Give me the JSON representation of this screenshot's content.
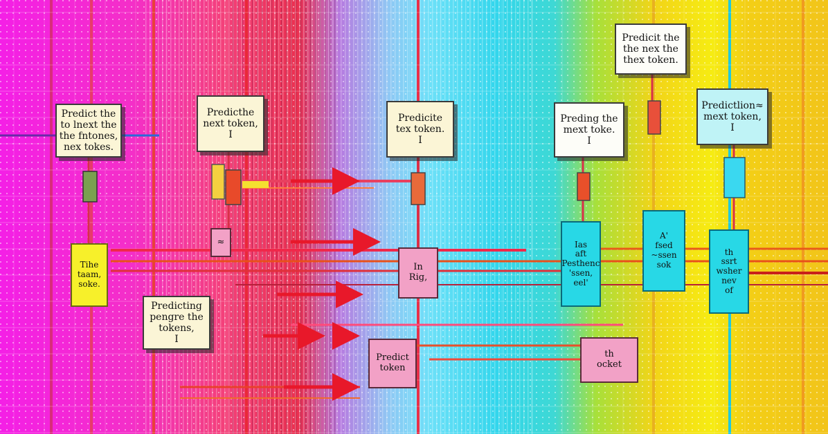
{
  "diagram": {
    "colors": {
      "magenta": "#f81fe0",
      "pink": "#f45a9a",
      "red": "#e9303a",
      "purple": "#9a6cf0",
      "cyan": "#2fd8ec",
      "green": "#a6e23a",
      "yellow": "#f6e619",
      "gold": "#f2c21a",
      "box_cream": "#fbf5d6",
      "box_pink": "#f2a1c6",
      "box_cyan": "#28d8e6",
      "box_yellow": "#f7f02a"
    },
    "nodes": [
      {
        "id": "n1",
        "style": "paper",
        "lines": [
          "Predict the",
          "to lnext the",
          "the fntones,",
          "nex tokes."
        ]
      },
      {
        "id": "n2",
        "style": "paper",
        "lines": [
          "Predicthe",
          "next token,",
          "I"
        ]
      },
      {
        "id": "n3",
        "style": "paper",
        "lines": [
          "Predicite",
          "tex token.",
          "I"
        ]
      },
      {
        "id": "n4",
        "style": "paper-white",
        "lines": [
          "Preding the",
          "mext toke.",
          "I"
        ]
      },
      {
        "id": "n5",
        "style": "paper-white",
        "lines": [
          "Predicit the",
          "the nex the",
          "thex token."
        ]
      },
      {
        "id": "n6",
        "style": "paper-cyan",
        "lines": [
          "Predictlion≈",
          "mext token,",
          "I"
        ]
      },
      {
        "id": "n7",
        "style": "yellow",
        "lines": [
          "Tihe",
          "taam,",
          "soke."
        ]
      },
      {
        "id": "n8",
        "style": "pink",
        "lines": [
          "≈"
        ]
      },
      {
        "id": "n9",
        "style": "pink",
        "lines": [
          "In",
          "Rig,"
        ]
      },
      {
        "id": "n10",
        "style": "paper",
        "lines": [
          "Predicting",
          "pengre the",
          "tokens,",
          "I"
        ]
      },
      {
        "id": "n11",
        "style": "pink",
        "lines": [
          "Predict",
          "token"
        ]
      },
      {
        "id": "n12",
        "style": "pink",
        "lines": [
          "th",
          "ocket"
        ]
      },
      {
        "id": "n13",
        "style": "cyan",
        "lines": [
          "Ias",
          "aft",
          "Pesthenc",
          "'ssen,",
          "eel'"
        ]
      },
      {
        "id": "n14",
        "style": "cyan",
        "lines": [
          "A'",
          "fsed",
          "~ssen",
          "sok"
        ]
      },
      {
        "id": "n15",
        "style": "cyan",
        "lines": [
          "th",
          "ssrt",
          "wsher",
          "nev",
          "of"
        ]
      }
    ]
  }
}
